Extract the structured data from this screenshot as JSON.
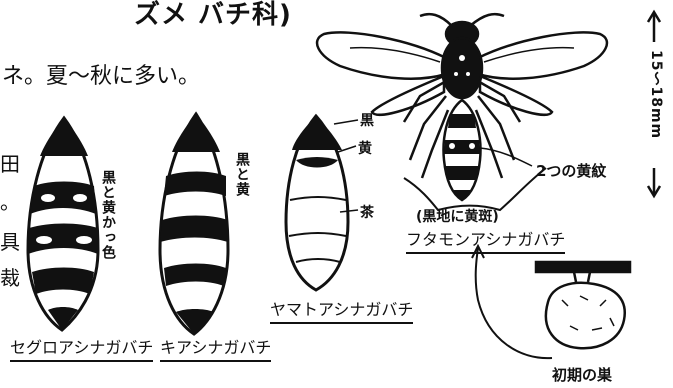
{
  "header": {
    "title": "ズメ バチ科)",
    "description": "ネ。夏～秋に多い。"
  },
  "cut_off_left_chars": [
    "田",
    "。",
    "具",
    "裁"
  ],
  "wasps": {
    "segurо": {
      "caption": "セグロアシナガバチ",
      "note": "黒と黄かっ色"
    },
    "kiashi": {
      "caption": "キアシナガバチ",
      "note": "黒と黄"
    },
    "yamato": {
      "caption": "ヤマトアシナガバチ",
      "labels": [
        "黒",
        "黄",
        "茶"
      ]
    },
    "futamon": {
      "caption": "フタモンアシナガバチ",
      "sub_caption": "(黒地に黄斑)",
      "callout": "2つの黄紋"
    }
  },
  "size_scale": "15〜18mm",
  "nest_label": "初期の巣",
  "colors": {
    "ink": "#111111",
    "paper": "#ffffff"
  }
}
